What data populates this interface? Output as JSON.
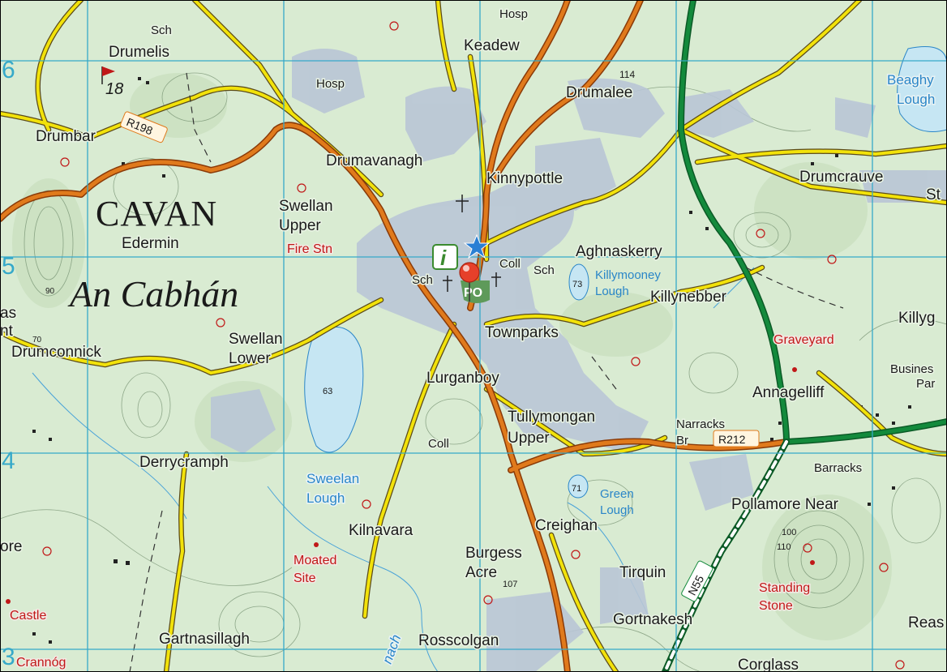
{
  "map": {
    "county_name": "CAVAN",
    "irish_name": "An Cabhán",
    "grid_edge_labels": [
      "6",
      "5",
      "4",
      "3"
    ],
    "place_labels": [
      {
        "id": "sch-nw",
        "text": "Sch"
      },
      {
        "id": "drumelis",
        "text": "Drumelis"
      },
      {
        "id": "keadew",
        "text": "Keadew"
      },
      {
        "id": "hosp-top",
        "text": "Hosp"
      },
      {
        "id": "hosp-left",
        "text": "Hosp"
      },
      {
        "id": "drumalee",
        "text": "Drumalee"
      },
      {
        "id": "drumbar",
        "text": "Drumbar"
      },
      {
        "id": "drumavanagh",
        "text": "Drumavanagh"
      },
      {
        "id": "kinnypottle",
        "text": "Kinnypottle"
      },
      {
        "id": "drumcrauve",
        "text": "Drumcrauve"
      },
      {
        "id": "st",
        "text": "St"
      },
      {
        "id": "swellan-upper-1",
        "text": "Swellan"
      },
      {
        "id": "swellan-upper-2",
        "text": "Upper"
      },
      {
        "id": "edermin",
        "text": "Edermin"
      },
      {
        "id": "aghnaskerry",
        "text": "Aghnaskerry"
      },
      {
        "id": "coll-1",
        "text": "Coll"
      },
      {
        "id": "sch-2",
        "text": "Sch"
      },
      {
        "id": "sch-3",
        "text": "Sch"
      },
      {
        "id": "killynebber",
        "text": "Killynebber"
      },
      {
        "id": "killyg",
        "text": "Killyg"
      },
      {
        "id": "as",
        "text": "as"
      },
      {
        "id": "nt",
        "text": "nt"
      },
      {
        "id": "swellan-lower-1",
        "text": "Swellan"
      },
      {
        "id": "swellan-lower-2",
        "text": "Lower"
      },
      {
        "id": "townparks",
        "text": "Townparks"
      },
      {
        "id": "drumconnick",
        "text": "Drumconnick"
      },
      {
        "id": "lurganboy",
        "text": "Lurganboy"
      },
      {
        "id": "business",
        "text": "Busines"
      },
      {
        "id": "par",
        "text": "Par"
      },
      {
        "id": "annagelliff",
        "text": "Annagelliff"
      },
      {
        "id": "tullymongan",
        "text": "Tullymongan"
      },
      {
        "id": "upper",
        "text": "Upper"
      },
      {
        "id": "narracks-br",
        "text": "Narracks"
      },
      {
        "id": "br",
        "text": "Br"
      },
      {
        "id": "coll-2",
        "text": "Coll"
      },
      {
        "id": "derrycramph",
        "text": "Derrycramph"
      },
      {
        "id": "barracks",
        "text": "Barracks"
      },
      {
        "id": "pollamore",
        "text": "Pollamore Near"
      },
      {
        "id": "ore",
        "text": "ore"
      },
      {
        "id": "kilnavara",
        "text": "Kilnavara"
      },
      {
        "id": "creighan",
        "text": "Creighan"
      },
      {
        "id": "burgess-1",
        "text": "Burgess"
      },
      {
        "id": "burgess-2",
        "text": "Acre"
      },
      {
        "id": "tirquin",
        "text": "Tirquin"
      },
      {
        "id": "gortnakesh",
        "text": "Gortnakesh"
      },
      {
        "id": "gartnasillagh",
        "text": "Gartnasillagh"
      },
      {
        "id": "rosscolgan",
        "text": "Rosscolgan"
      },
      {
        "id": "reas",
        "text": "Reas"
      },
      {
        "id": "corglass",
        "text": "Corglass"
      },
      {
        "id": "nach",
        "text": "nach"
      }
    ],
    "red_labels": [
      {
        "id": "fire-stn",
        "text": "Fire Stn"
      },
      {
        "id": "graveyard",
        "text": "Graveyard"
      },
      {
        "id": "moated-1",
        "text": "Moated"
      },
      {
        "id": "moated-2",
        "text": "Site"
      },
      {
        "id": "standing-1",
        "text": "Standing"
      },
      {
        "id": "standing-2",
        "text": "Stone"
      },
      {
        "id": "castle",
        "text": "Castle"
      },
      {
        "id": "crannog",
        "text": "Crannóg"
      }
    ],
    "water_labels": [
      {
        "id": "beaghy-1",
        "text": "Beaghy"
      },
      {
        "id": "beaghy-2",
        "text": "Lough"
      },
      {
        "id": "killymooney-1",
        "text": "Killymooney"
      },
      {
        "id": "killymooney-2",
        "text": "Lough"
      },
      {
        "id": "sweelan-1",
        "text": "Sweelan"
      },
      {
        "id": "sweelan-2",
        "text": "Lough"
      },
      {
        "id": "green-1",
        "text": "Green"
      },
      {
        "id": "green-2",
        "text": "Lough"
      }
    ],
    "spot_heights": [
      {
        "id": "h18",
        "text": "18"
      },
      {
        "id": "h114",
        "text": "114"
      },
      {
        "id": "h73",
        "text": "73"
      },
      {
        "id": "h63",
        "text": "63"
      },
      {
        "id": "h71",
        "text": "71"
      },
      {
        "id": "h107",
        "text": "107"
      },
      {
        "id": "h100",
        "text": "100"
      },
      {
        "id": "h110",
        "text": "110"
      },
      {
        "id": "h90",
        "text": "90"
      },
      {
        "id": "h70",
        "text": "70"
      }
    ],
    "road_labels": [
      {
        "id": "r198",
        "text": "R198"
      },
      {
        "id": "r212",
        "text": "R212"
      },
      {
        "id": "n55",
        "text": "N55"
      }
    ],
    "symbols": {
      "info": "i",
      "post_office": "PO"
    },
    "colors": {
      "land": "#d9ebd2",
      "water": "#c6e6f3",
      "grid": "#36a9c9",
      "regional_road": "#e07a1c",
      "local_road": "#f2e20a",
      "national_road": "#138a3c",
      "built_up": "#b9c6d6",
      "contour": "#6d8a6a",
      "antiquity": "#c01818",
      "marker": "#e6402a"
    }
  }
}
